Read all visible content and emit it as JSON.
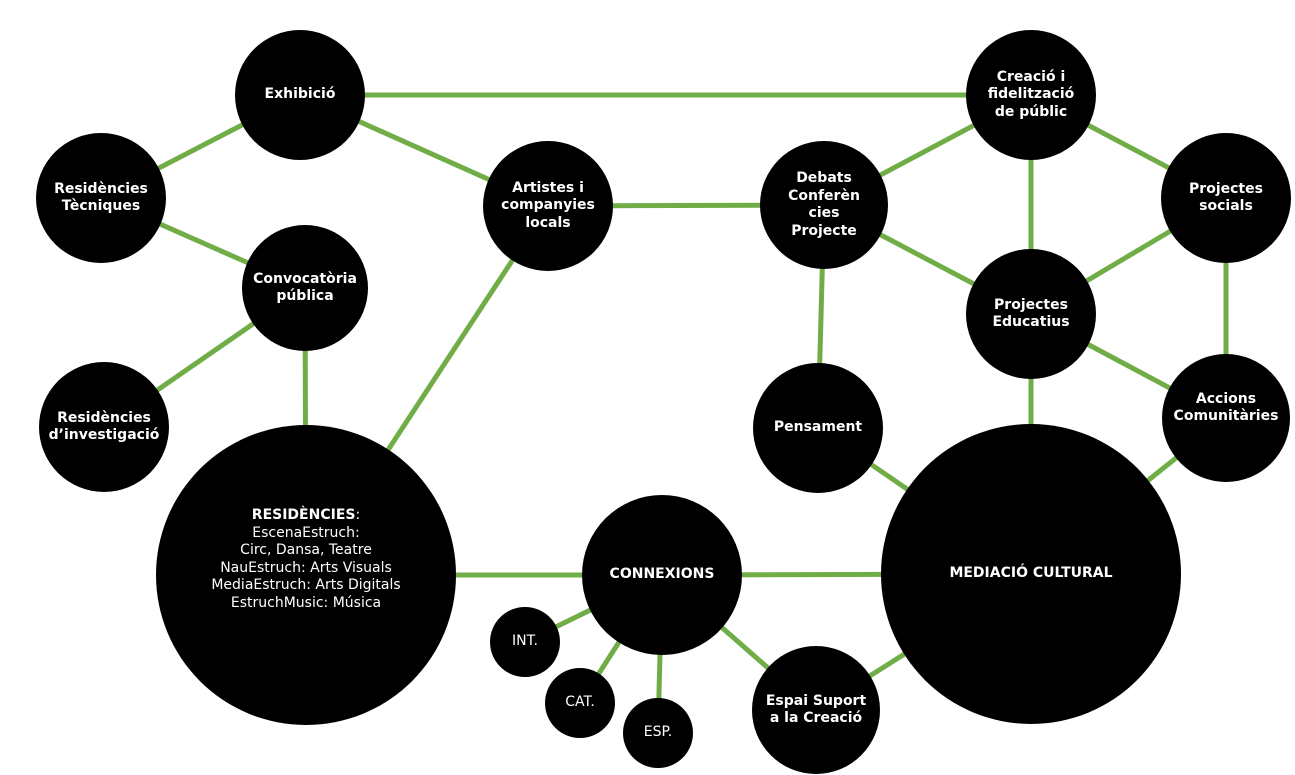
{
  "diagram": {
    "colors": {
      "node_fill": "#000000",
      "node_text": "#FFFFFF",
      "edge": "#70AD47",
      "background": "#FFFFFF"
    },
    "nodes": {
      "exhibicio": {
        "label": "Exhibició"
      },
      "residencies_tecniques": {
        "label": "Residències\nTècniques"
      },
      "convocatoria": {
        "label": "Convocatòria\npública"
      },
      "residencies_investigacio": {
        "label": "Residències\nd’investigació"
      },
      "residencies": {
        "title": "RESIDÈNCIES",
        "title_suffix": ":",
        "lines": [
          "EscenaEstruch:",
          "Circ, Dansa, Teatre",
          "NauEstruch: Arts Visuals",
          "MediaEstruch: Arts Digitals",
          "EstruchMusic: Música"
        ]
      },
      "artistes": {
        "label": "Artistes i\ncompanyies\nlocals"
      },
      "connexions": {
        "label": "CONNEXIONS"
      },
      "int": {
        "label": "INT."
      },
      "cat": {
        "label": "CAT."
      },
      "esp": {
        "label": "ESP."
      },
      "espai_suport": {
        "label": "Espai Suport\na la Creació"
      },
      "debats": {
        "label": "Debats\nConferèn\ncies\nProjecte"
      },
      "creacio_public": {
        "label": "Creació i\nfidelització\nde públic"
      },
      "projectes_socials": {
        "label": "Projectes\nsocials"
      },
      "projectes_educatius": {
        "label": "Projectes\nEducatius"
      },
      "pensament": {
        "label": "Pensament"
      },
      "accions_comunitaries": {
        "label": "Accions\nComunitàries"
      },
      "mediacio_cultural": {
        "label": "MEDIACIÓ CULTURAL"
      }
    },
    "edges": [
      [
        "exhibicio",
        "creacio_public"
      ],
      [
        "exhibicio",
        "residencies_tecniques"
      ],
      [
        "exhibicio",
        "artistes"
      ],
      [
        "residencies_tecniques",
        "convocatoria"
      ],
      [
        "convocatoria",
        "residencies_investigacio"
      ],
      [
        "convocatoria",
        "residencies"
      ],
      [
        "artistes",
        "residencies"
      ],
      [
        "artistes",
        "debats"
      ],
      [
        "residencies",
        "connexions"
      ],
      [
        "connexions",
        "mediacio_cultural"
      ],
      [
        "connexions",
        "int"
      ],
      [
        "connexions",
        "cat"
      ],
      [
        "connexions",
        "esp"
      ],
      [
        "connexions",
        "espai_suport"
      ],
      [
        "espai_suport",
        "mediacio_cultural"
      ],
      [
        "debats",
        "creacio_public"
      ],
      [
        "debats",
        "projectes_educatius"
      ],
      [
        "debats",
        "pensament"
      ],
      [
        "creacio_public",
        "projectes_educatius"
      ],
      [
        "creacio_public",
        "projectes_socials"
      ],
      [
        "projectes_socials",
        "projectes_educatius"
      ],
      [
        "projectes_socials",
        "accions_comunitaries"
      ],
      [
        "projectes_educatius",
        "accions_comunitaries"
      ],
      [
        "projectes_educatius",
        "mediacio_cultural"
      ],
      [
        "pensament",
        "mediacio_cultural"
      ],
      [
        "accions_comunitaries",
        "mediacio_cultural"
      ]
    ]
  }
}
